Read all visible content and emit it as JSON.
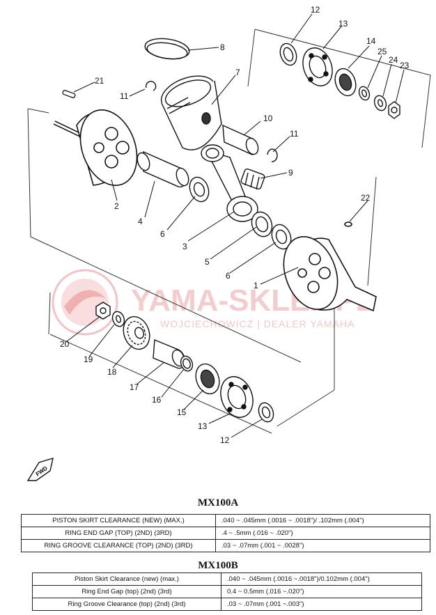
{
  "callouts": {
    "c12_top": "12",
    "c13_top": "13",
    "c14": "14",
    "c25": "25",
    "c24": "24",
    "c23": "23",
    "c8": "8",
    "c7": "7",
    "c21": "21",
    "c11_top": "11",
    "c10": "10",
    "c11_right": "11",
    "c9": "9",
    "c2": "2",
    "c4": "4",
    "c6_left": "6",
    "c3": "3",
    "c5": "5",
    "c6_lower": "6",
    "c22": "22",
    "c1": "1",
    "c20": "20",
    "c19": "19",
    "c18": "18",
    "c17": "17",
    "c16": "16",
    "c15": "15",
    "c13_bottom": "13",
    "c12_bottom": "12"
  },
  "watermark": {
    "title": "YAMA-SKLEP.PL",
    "subtitle": "WOJCIECHOWICZ | DEALER YAMAHA"
  },
  "fwd_label": "FWD",
  "tables": [
    {
      "title": "MX100A",
      "rows": [
        {
          "label": "PISTON SKIRT CLEARANCE (NEW) (MAX.)",
          "value": ".040 ~ .045mm (.0016 ~ .0018\")/ .102mm (.004\")"
        },
        {
          "label": "RING END GAP (TOP) (2ND) (3RD)",
          "value": ".4 ~ .5mm (.016 ~ .020\")"
        },
        {
          "label": "RING GROOVE CLEARANCE (TOP) (2ND) (3RD)",
          "value": ".03 ~ .07mm (.001 ~ .0028\")"
        }
      ]
    },
    {
      "title": "MX100B",
      "rows": [
        {
          "label": "Piston Skirt Clearance (new) (max.)",
          "value": ".040 ~ .045mm (.0016 ~.0018\")/0.102mm (.004\")"
        },
        {
          "label": "Ring End Gap (top) (2nd) (3rd)",
          "value": "0.4 ~ 0.5mm (.016 ~.020\")"
        },
        {
          "label": "Ring Groove Clearance (top) (2nd) (3rd)",
          "value": ".03 ~ .07mm (.001 ~.003\")"
        }
      ]
    }
  ]
}
